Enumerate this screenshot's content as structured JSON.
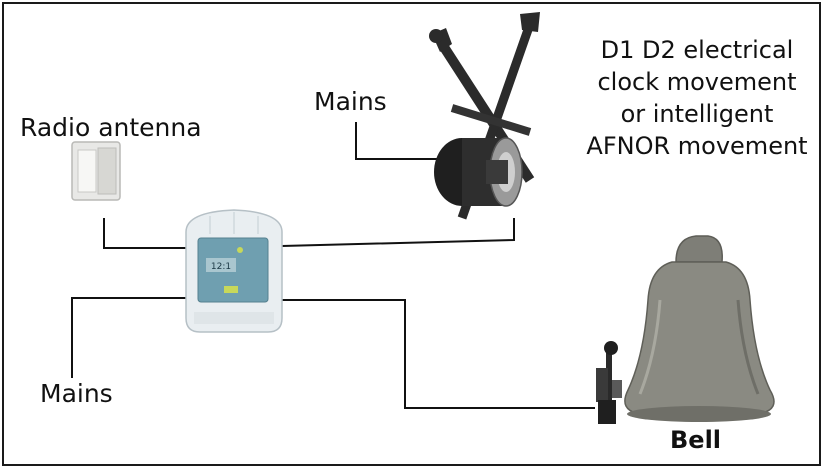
{
  "labels": {
    "clock_line1": "D1 D2 electrical",
    "clock_line2": "clock movement",
    "clock_line3": "or intelligent",
    "clock_line4": "AFNOR movement",
    "radio_antenna": "Radio antenna",
    "mains_top": "Mains",
    "mains_bottom": "Mains",
    "bell": "Bell"
  },
  "controller": {
    "display_text": "12:1"
  },
  "icons": {
    "antenna": "radio-antenna-icon",
    "controller": "controller-box-icon",
    "clock": "clock-movement-icon",
    "bell": "bell-icon",
    "hammer": "bell-hammer-icon"
  },
  "colors": {
    "border": "#1a1a1a",
    "wire": "#111111",
    "controller_body": "#e9eef1",
    "controller_panel": "#6f9fb0",
    "bell": "#8a8a82"
  }
}
